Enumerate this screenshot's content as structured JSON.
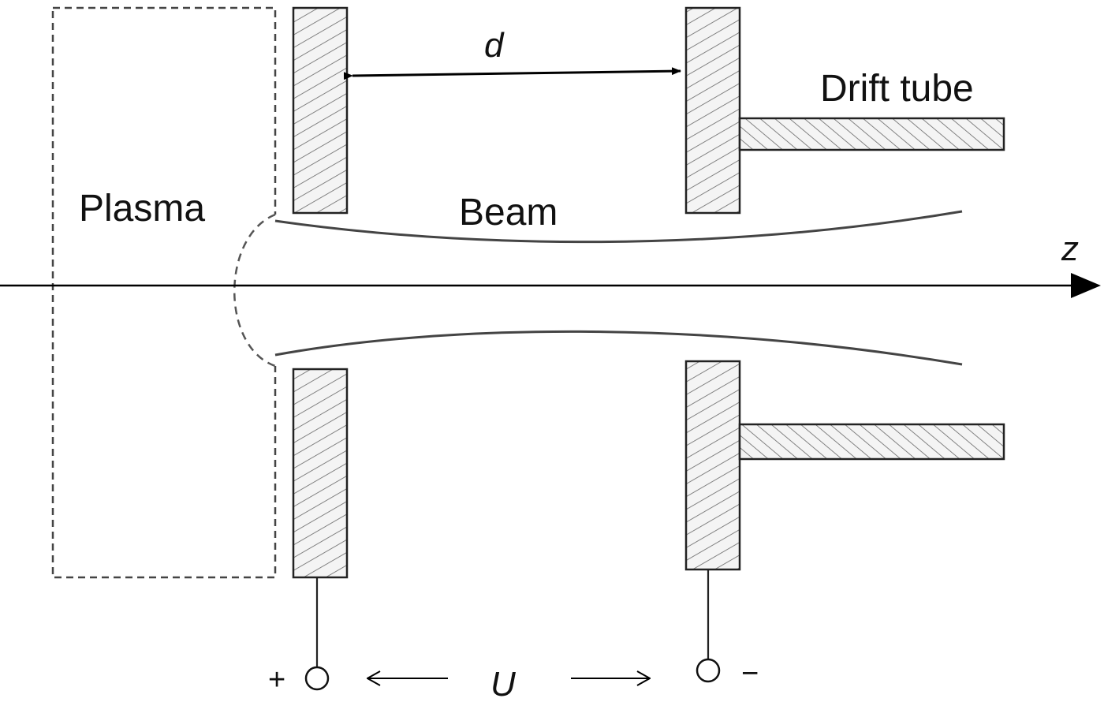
{
  "labels": {
    "plasma": "Plasma",
    "beam": "Beam",
    "drift_tube": "Drift tube",
    "gap": "d",
    "axis": "z",
    "voltage": "U",
    "positive": "+",
    "negative": "−"
  },
  "colors": {
    "line": "#000000",
    "hatch": "#555555",
    "electrode_fill": "#f4f4f4"
  }
}
